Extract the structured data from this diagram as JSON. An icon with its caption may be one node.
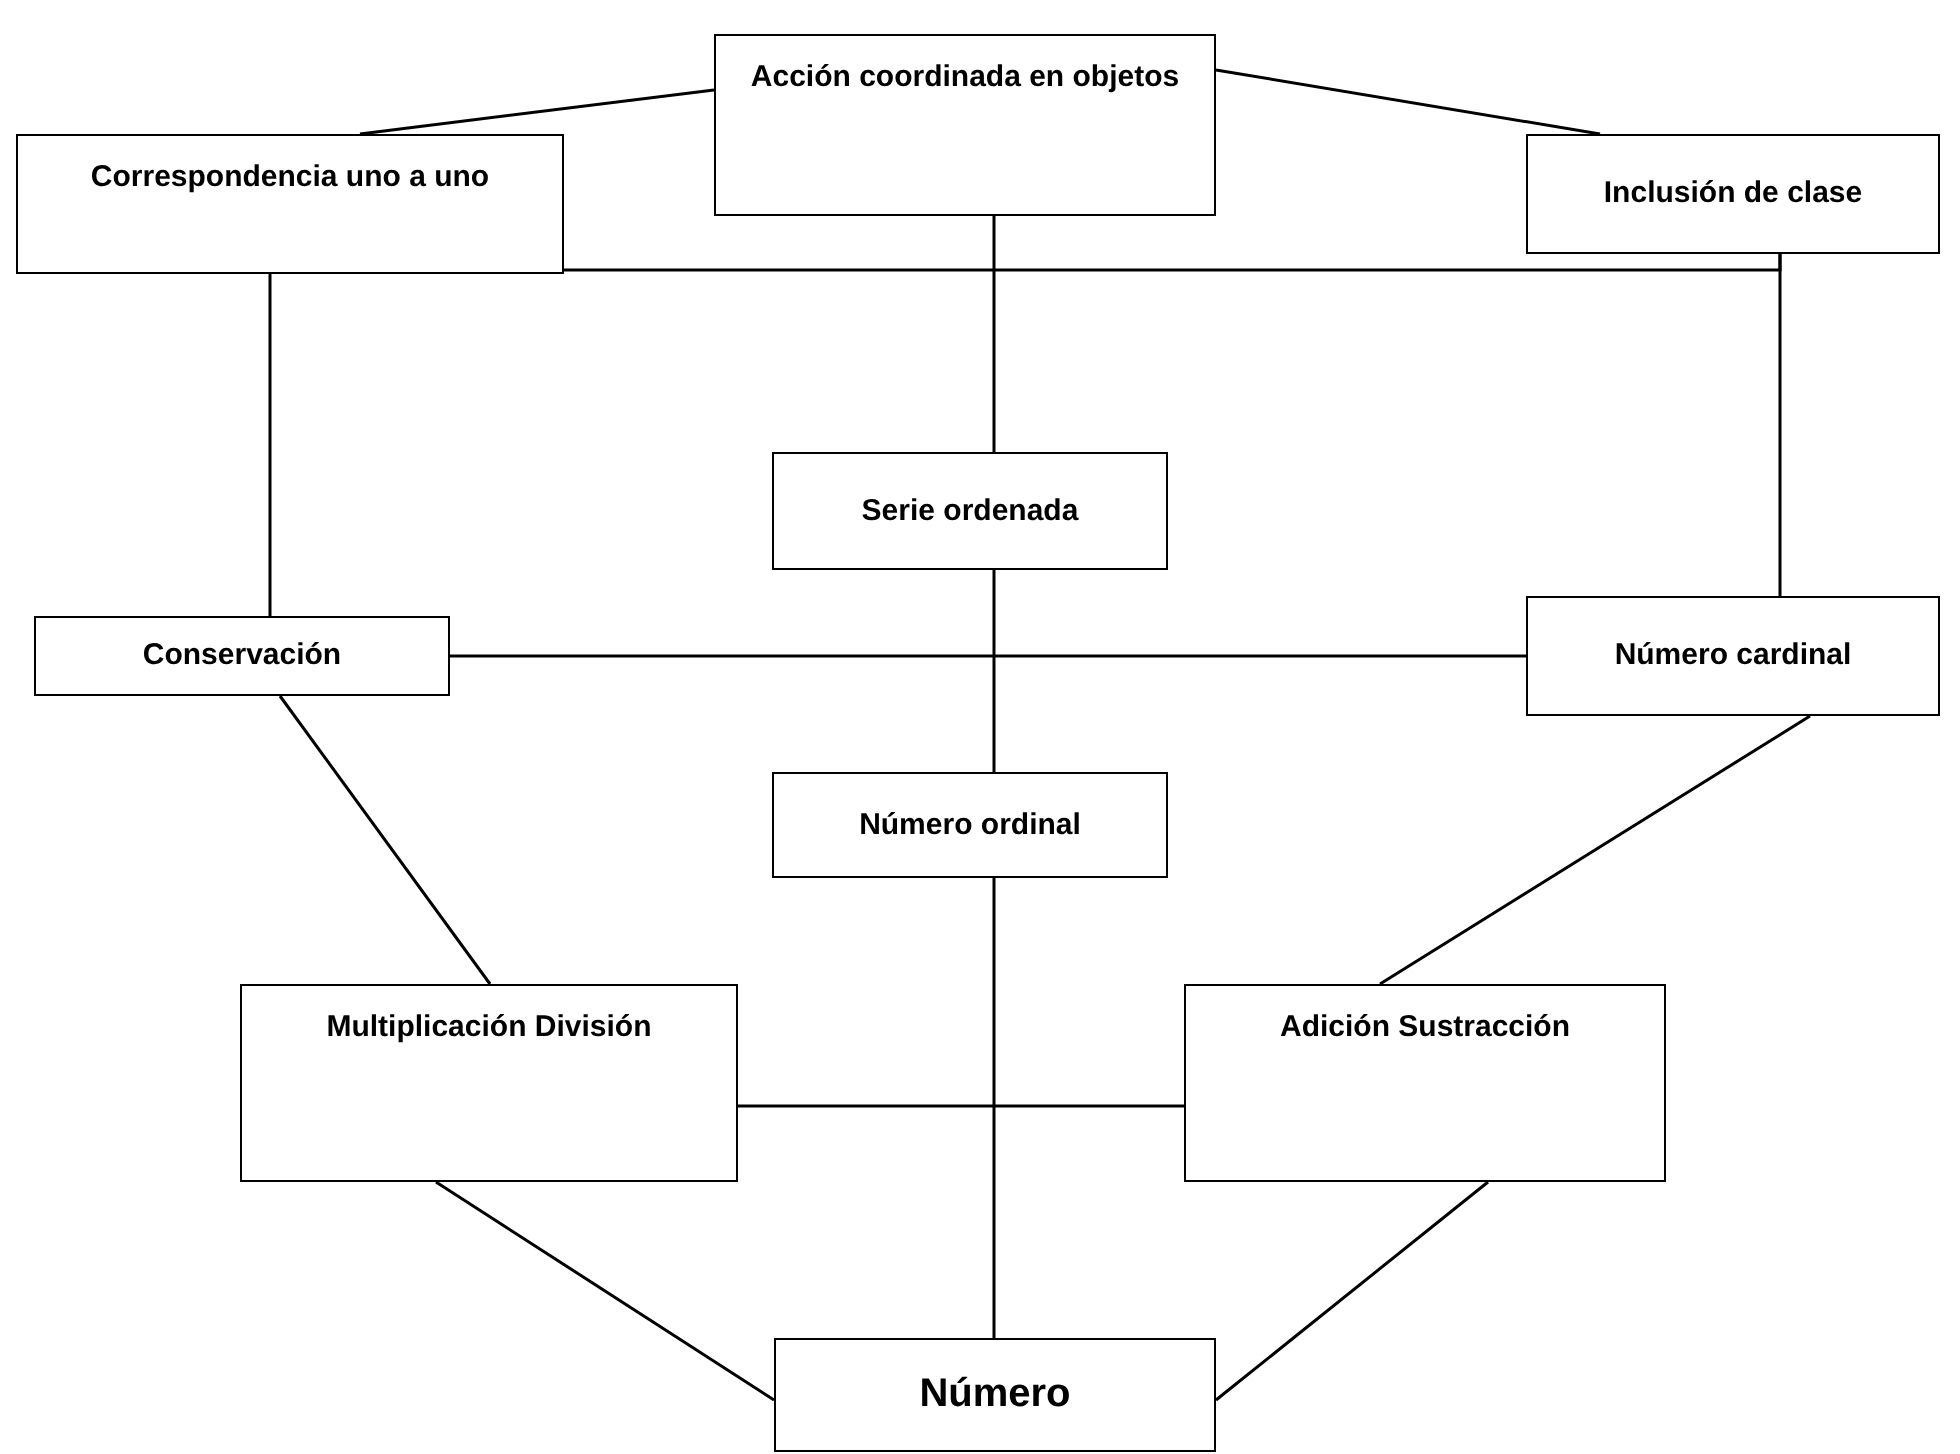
{
  "diagram": {
    "nodes": [
      {
        "text": [
          "Acción coordinada en objetos"
        ]
      },
      {
        "text": [
          "Correspondencia uno a uno"
        ]
      },
      {
        "text": [
          "Inclusión de clase"
        ]
      },
      {
        "text": [
          "Serie ordenada"
        ]
      },
      {
        "text": [
          "Conservación"
        ]
      },
      {
        "text": [
          "Número cardinal"
        ]
      },
      {
        "text": [
          "Número ordinal"
        ]
      },
      {
        "text": [
          "Multiplicación División"
        ]
      },
      {
        "text": [
          "Adición Sustracción"
        ]
      },
      {
        "text": [
          "Número"
        ]
      }
    ],
    "edges": [
      {
        "from": 0,
        "to": 1,
        "arrow": "none"
      },
      {
        "from": 0,
        "to": 2,
        "arrow": "none"
      },
      {
        "from": 1,
        "to": 2,
        "arrow": "none"
      },
      {
        "from": 2,
        "to": 5,
        "arrow": "none"
      },
      {
        "from": 0,
        "to": 3,
        "arrow": "none"
      },
      {
        "from": 1,
        "to": 4,
        "arrow": "none"
      },
      {
        "from": 4,
        "to": 5,
        "arrow": "none"
      },
      {
        "from": 3,
        "to": 6,
        "arrow": "none"
      },
      {
        "from": 4,
        "to": 7,
        "arrow": "none"
      },
      {
        "from": 5,
        "to": 8,
        "arrow": "none"
      },
      {
        "from": 6,
        "to": 9,
        "arrow": "none"
      },
      {
        "from": 7,
        "to": 8,
        "arrow": "none"
      },
      {
        "from": 7,
        "to": 9,
        "arrow": "none"
      },
      {
        "from": 8,
        "to": 9,
        "arrow": "none"
      }
    ]
  }
}
